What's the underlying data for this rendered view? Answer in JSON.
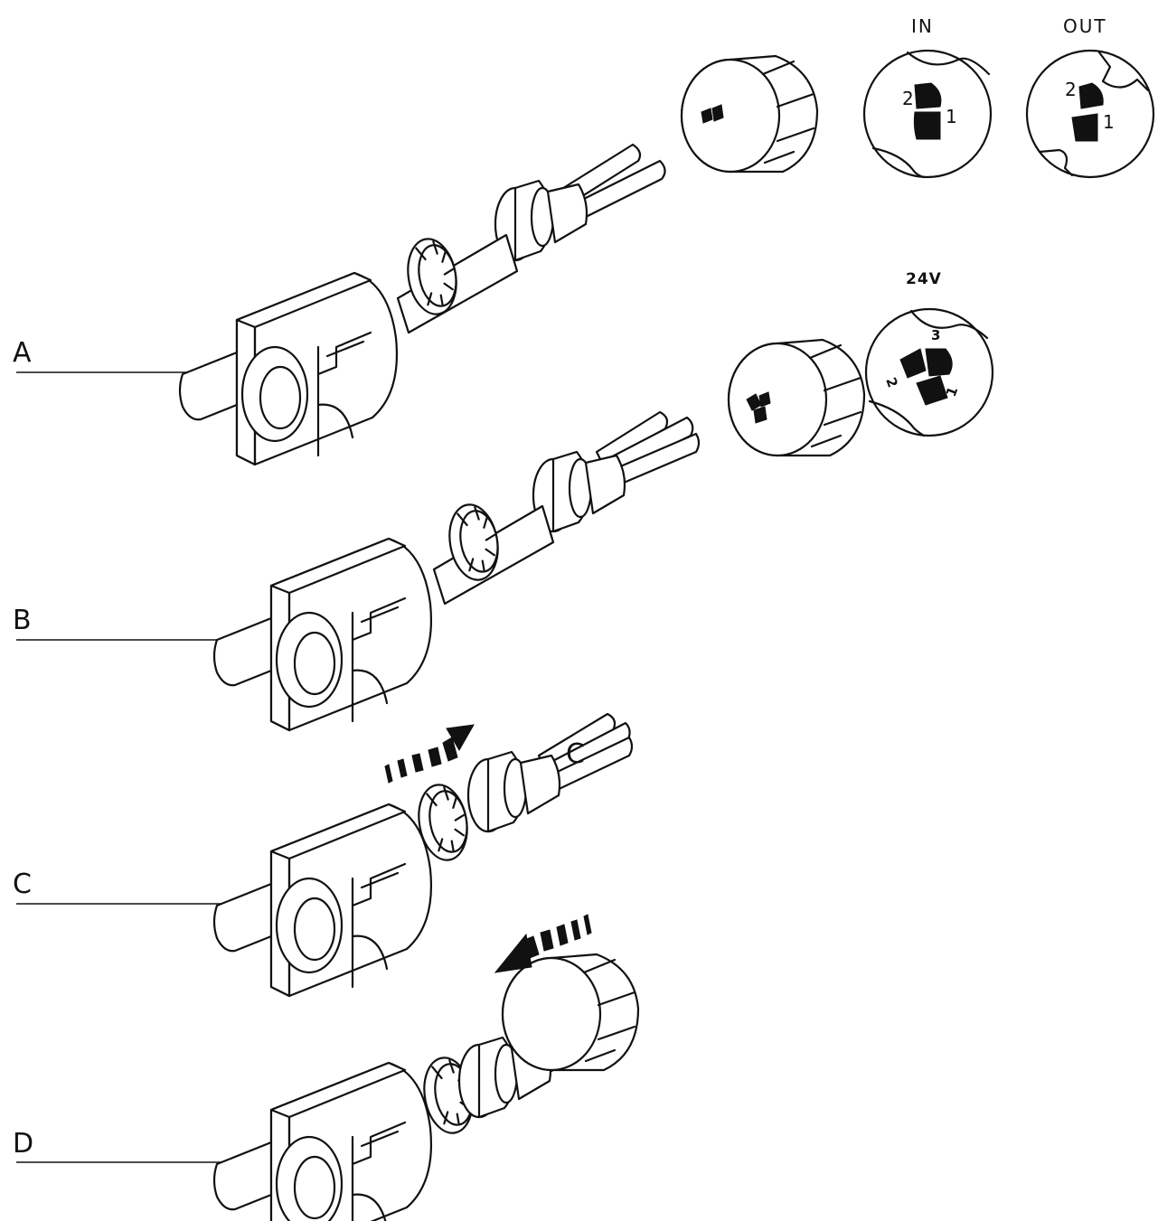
{
  "labels": {
    "a": "A",
    "b": "B",
    "c": "C",
    "d": "D"
  },
  "detail_headers": {
    "in": "IN",
    "out": "OUT",
    "v24": "24V"
  },
  "pins_in": {
    "p1": "1",
    "p2": "2"
  },
  "pins_out": {
    "p1": "1",
    "p2": "2"
  },
  "pins_24v": {
    "p1": "1",
    "p2": "2",
    "p3": "3"
  },
  "stray_letter": "C"
}
